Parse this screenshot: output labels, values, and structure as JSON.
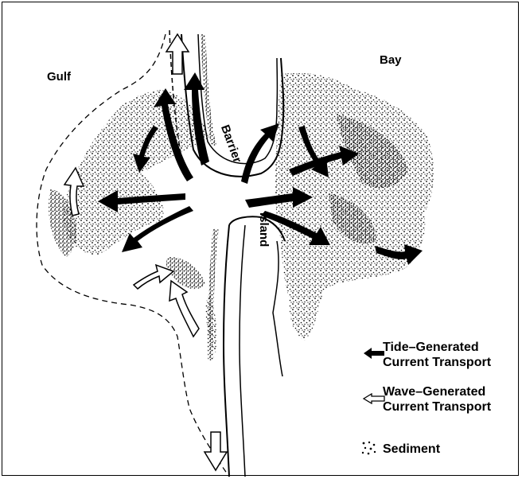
{
  "labels": {
    "gulf": "Gulf",
    "bay": "Bay",
    "barrier": "Barrier",
    "island": "Island"
  },
  "legend": {
    "tide": "Tide–Generated\nCurrent Transport",
    "wave": "Wave–Generated\nCurrent Transport",
    "sediment": "Sediment"
  },
  "colors": {
    "ink": "#000000",
    "paper": "#ffffff"
  },
  "icons": {
    "tide": "solid-arrow-left-icon",
    "wave": "hollow-arrow-left-icon",
    "sediment": "stipple-dots-icon"
  }
}
